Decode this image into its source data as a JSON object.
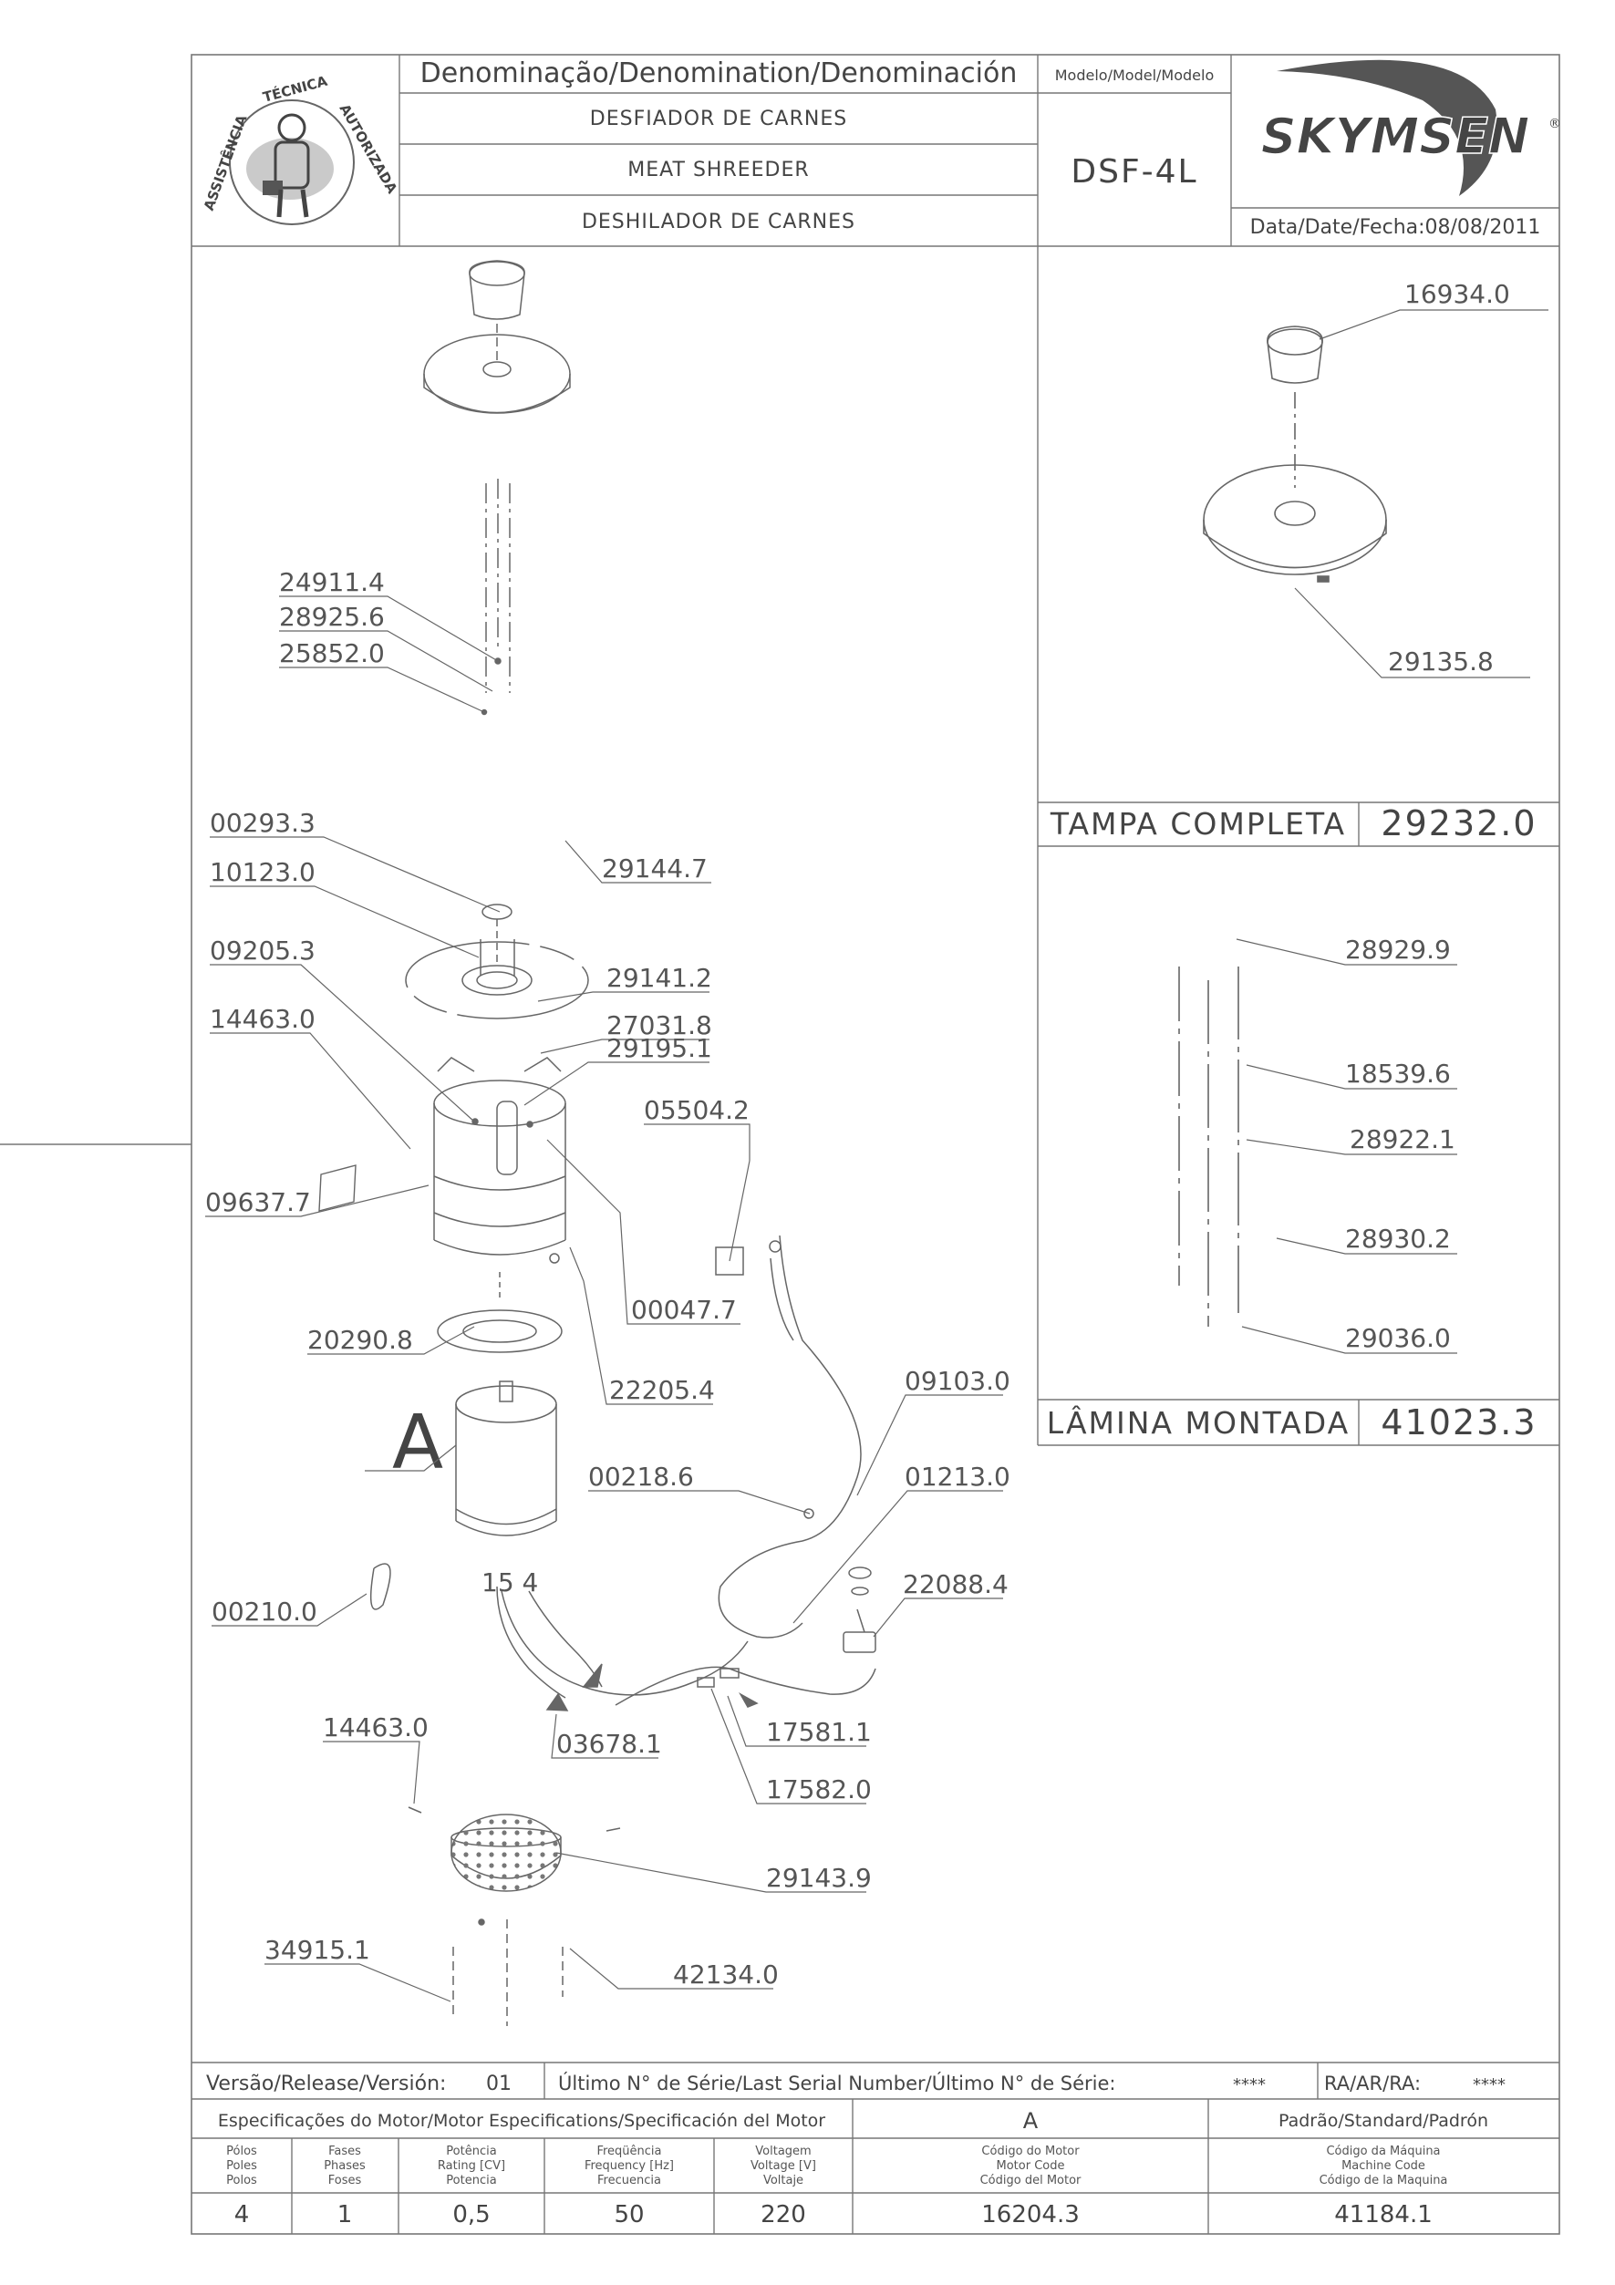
{
  "header": {
    "denomination_title": "Denominação/Denomination/Denominación",
    "name_pt": "DESFIADOR DE CARNES",
    "name_en": "MEAT SHREEDER",
    "name_es": "DESHILADOR DE CARNES",
    "model_title": "Modelo/Model/Modelo",
    "model": "DSF-4L",
    "brand": "SKYMSEN",
    "brand_mark": "®",
    "date": "Data/Date/Fecha:08/08/2011",
    "seal_text": "ASSISTÊNCIA TÉCNICA AUTORIZADA"
  },
  "lid_panel": {
    "title": "TAMPA COMPLETA",
    "code": "29232.0",
    "parts": [
      "16934.0",
      "29135.8"
    ]
  },
  "blade_panel": {
    "title": "LÂMINA MONTADA",
    "code": "41023.3",
    "parts": [
      "28929.9",
      "18539.6",
      "28922.1",
      "28930.2",
      "29036.0"
    ]
  },
  "main_parts": {
    "p24911": "24911.4",
    "p28925": "28925.6",
    "p25852": "25852.0",
    "p00293": "00293.3",
    "p10123": "10123.0",
    "p29144": "29144.7",
    "p09205": "09205.3",
    "p29141": "29141.2",
    "p14463a": "14463.0",
    "p27031": "27031.8",
    "p29195": "29195.1",
    "p05504": "05504.2",
    "p09637": "09637.7",
    "p00047": "00047.7",
    "p20290": "20290.8",
    "p22205": "22205.4",
    "p09103": "09103.0",
    "motor_letter": "A",
    "p00218": "00218.6",
    "p01213": "01213.0",
    "wire_nums": "15 4",
    "p22088": "22088.4",
    "p00210": "00210.0",
    "p14463b": "14463.0",
    "p03678": "03678.1",
    "p17581": "17581.1",
    "p17582": "17582.0",
    "p29143": "29143.9",
    "p34915": "34915.1",
    "p42134": "42134.0"
  },
  "footer": {
    "version_label": "Versão/Release/Versión:",
    "version": "01",
    "serial_label": "Último N° de Série/Last Serial Number/Último N° de Série:",
    "serial": "****",
    "ra_label": "RA/AR/RA:",
    "ra": "****",
    "motor_spec_title": "Especificações do Motor/Motor Especifications/Specificación del Motor",
    "motor_letter": "A",
    "standard": "Padrão/Standard/Padrón",
    "columns": [
      {
        "l1": "Pólos",
        "l2": "Poles",
        "l3": "Polos",
        "value": "4"
      },
      {
        "l1": "Fases",
        "l2": "Phases",
        "l3": "Foses",
        "value": "1"
      },
      {
        "l1": "Potência",
        "l2": "Rating [CV]",
        "l3": "Potencia",
        "value": "0,5"
      },
      {
        "l1": "Freqüência",
        "l2": "Frequency [Hz]",
        "l3": "Frecuencia",
        "value": "50"
      },
      {
        "l1": "Voltagem",
        "l2": "Voltage [V]",
        "l3": "Voltaje",
        "value": "220"
      }
    ],
    "motor_code_l1": "Código do Motor",
    "motor_code_l2": "Motor Code",
    "motor_code_l3": "Código del Motor",
    "motor_code": "16204.3",
    "machine_code_l1": "Código da Máquina",
    "machine_code_l2": "Machine Code",
    "machine_code_l3": "Código de la Maquina",
    "machine_code": "41184.1"
  }
}
